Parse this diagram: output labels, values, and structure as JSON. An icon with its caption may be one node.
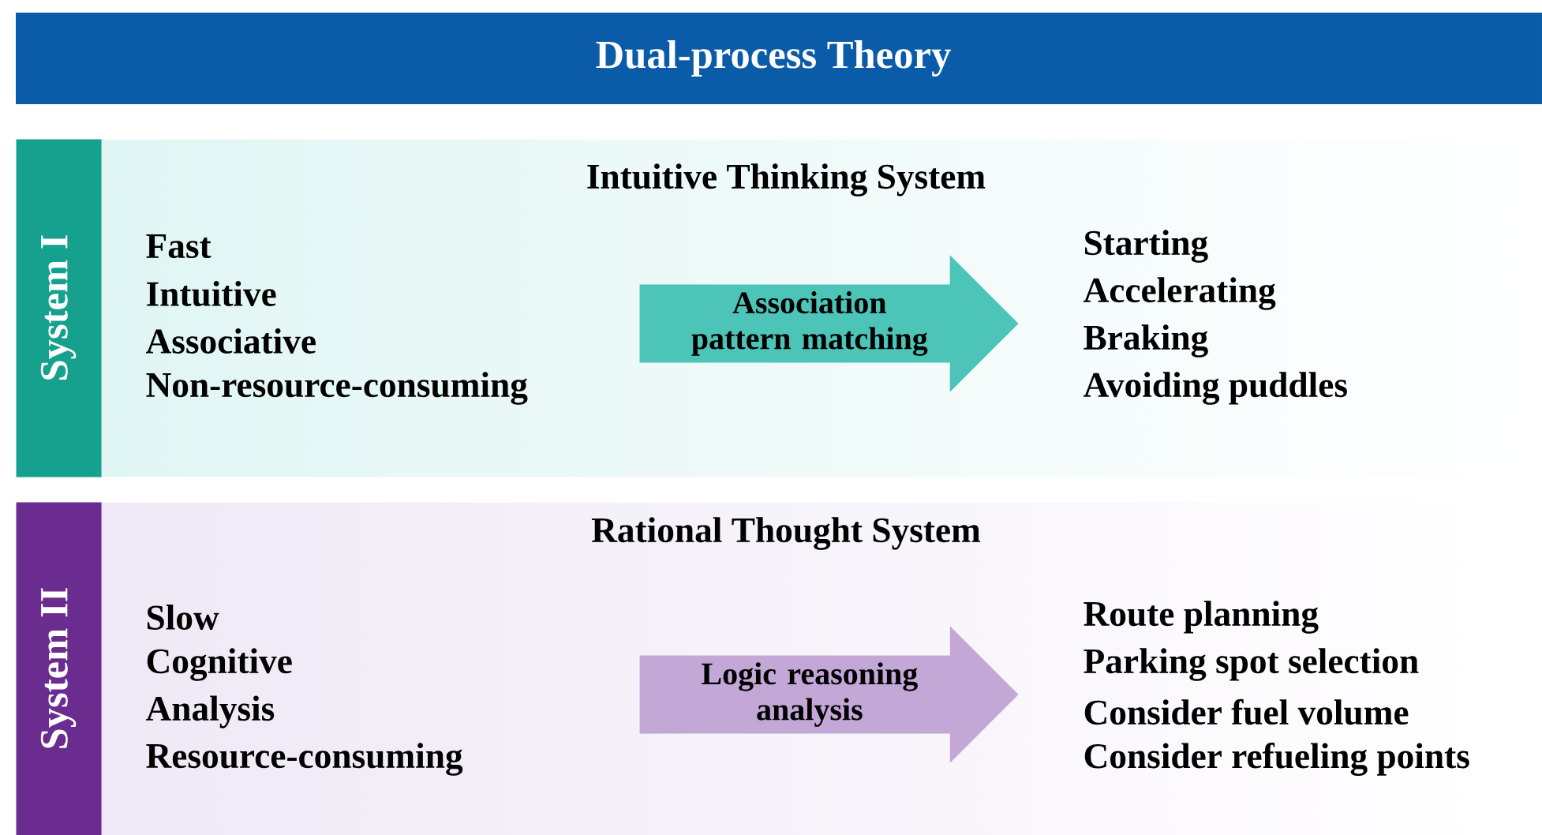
{
  "diagram": {
    "title": "Dual-process Theory",
    "nodes": [
      {
        "text": [
          "Intuitive Thinking System"
        ]
      },
      {
        "text": [
          "System I"
        ],
        "in": 0
      },
      {
        "text": [
          "Association pattern matching"
        ],
        "in": 0
      },
      {
        "text": [
          "Rational Thought System"
        ]
      },
      {
        "text": [
          "System II"
        ],
        "in": 3
      },
      {
        "text": [
          "Logic reasoning analysis"
        ],
        "in": 3
      }
    ],
    "labels": [
      "Fast",
      "Intuitive",
      "Associative",
      "Non-resource-consuming",
      "Starting",
      "Accelerating",
      "Braking",
      "Avoiding puddles",
      "Slow",
      "Cognitive",
      "Analysis",
      "Resource-consuming",
      "Route planning",
      "Parking spot selection",
      "Consider fuel volume",
      "Consider refueling points"
    ]
  }
}
